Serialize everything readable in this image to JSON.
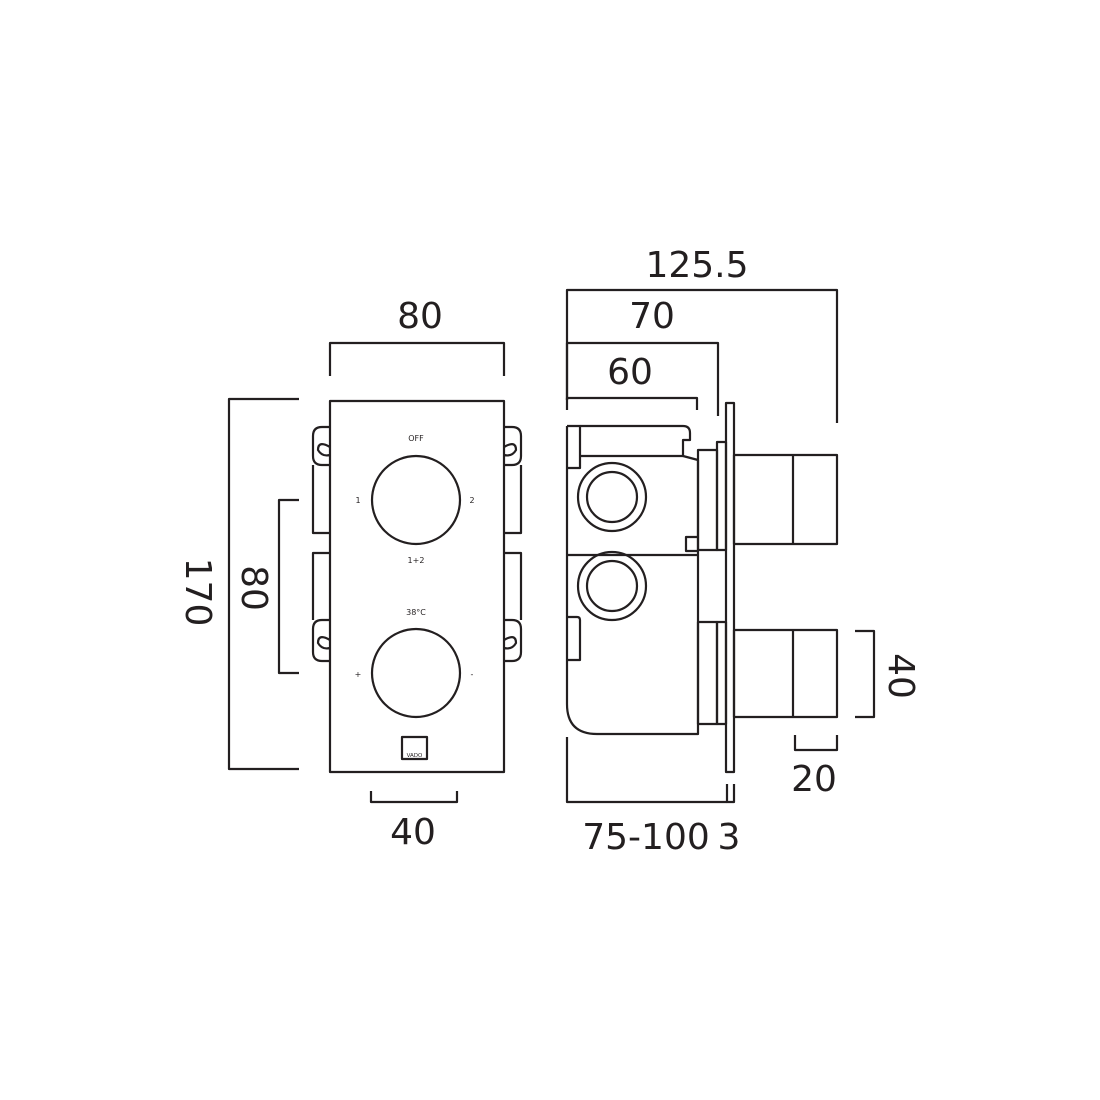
{
  "dimensions": {
    "front_width": "80",
    "front_height": "170",
    "front_knob_spacing": "80",
    "front_bottom_width": "40",
    "side_total_depth": "125.5",
    "side_depth_70": "70",
    "side_depth_60": "60",
    "side_wall_depth": "75-100",
    "side_plate_thickness": "3",
    "handle_height": "40",
    "handle_length": "20"
  },
  "plate_labels": {
    "off": "OFF",
    "outlet_1": "1",
    "outlet_2": "2",
    "outlet_both": "1+2",
    "temperature": "38°C",
    "plus": "+",
    "minus": "-",
    "brand": "VADO"
  },
  "colors": {
    "line": "#231f20",
    "background": "#ffffff"
  }
}
